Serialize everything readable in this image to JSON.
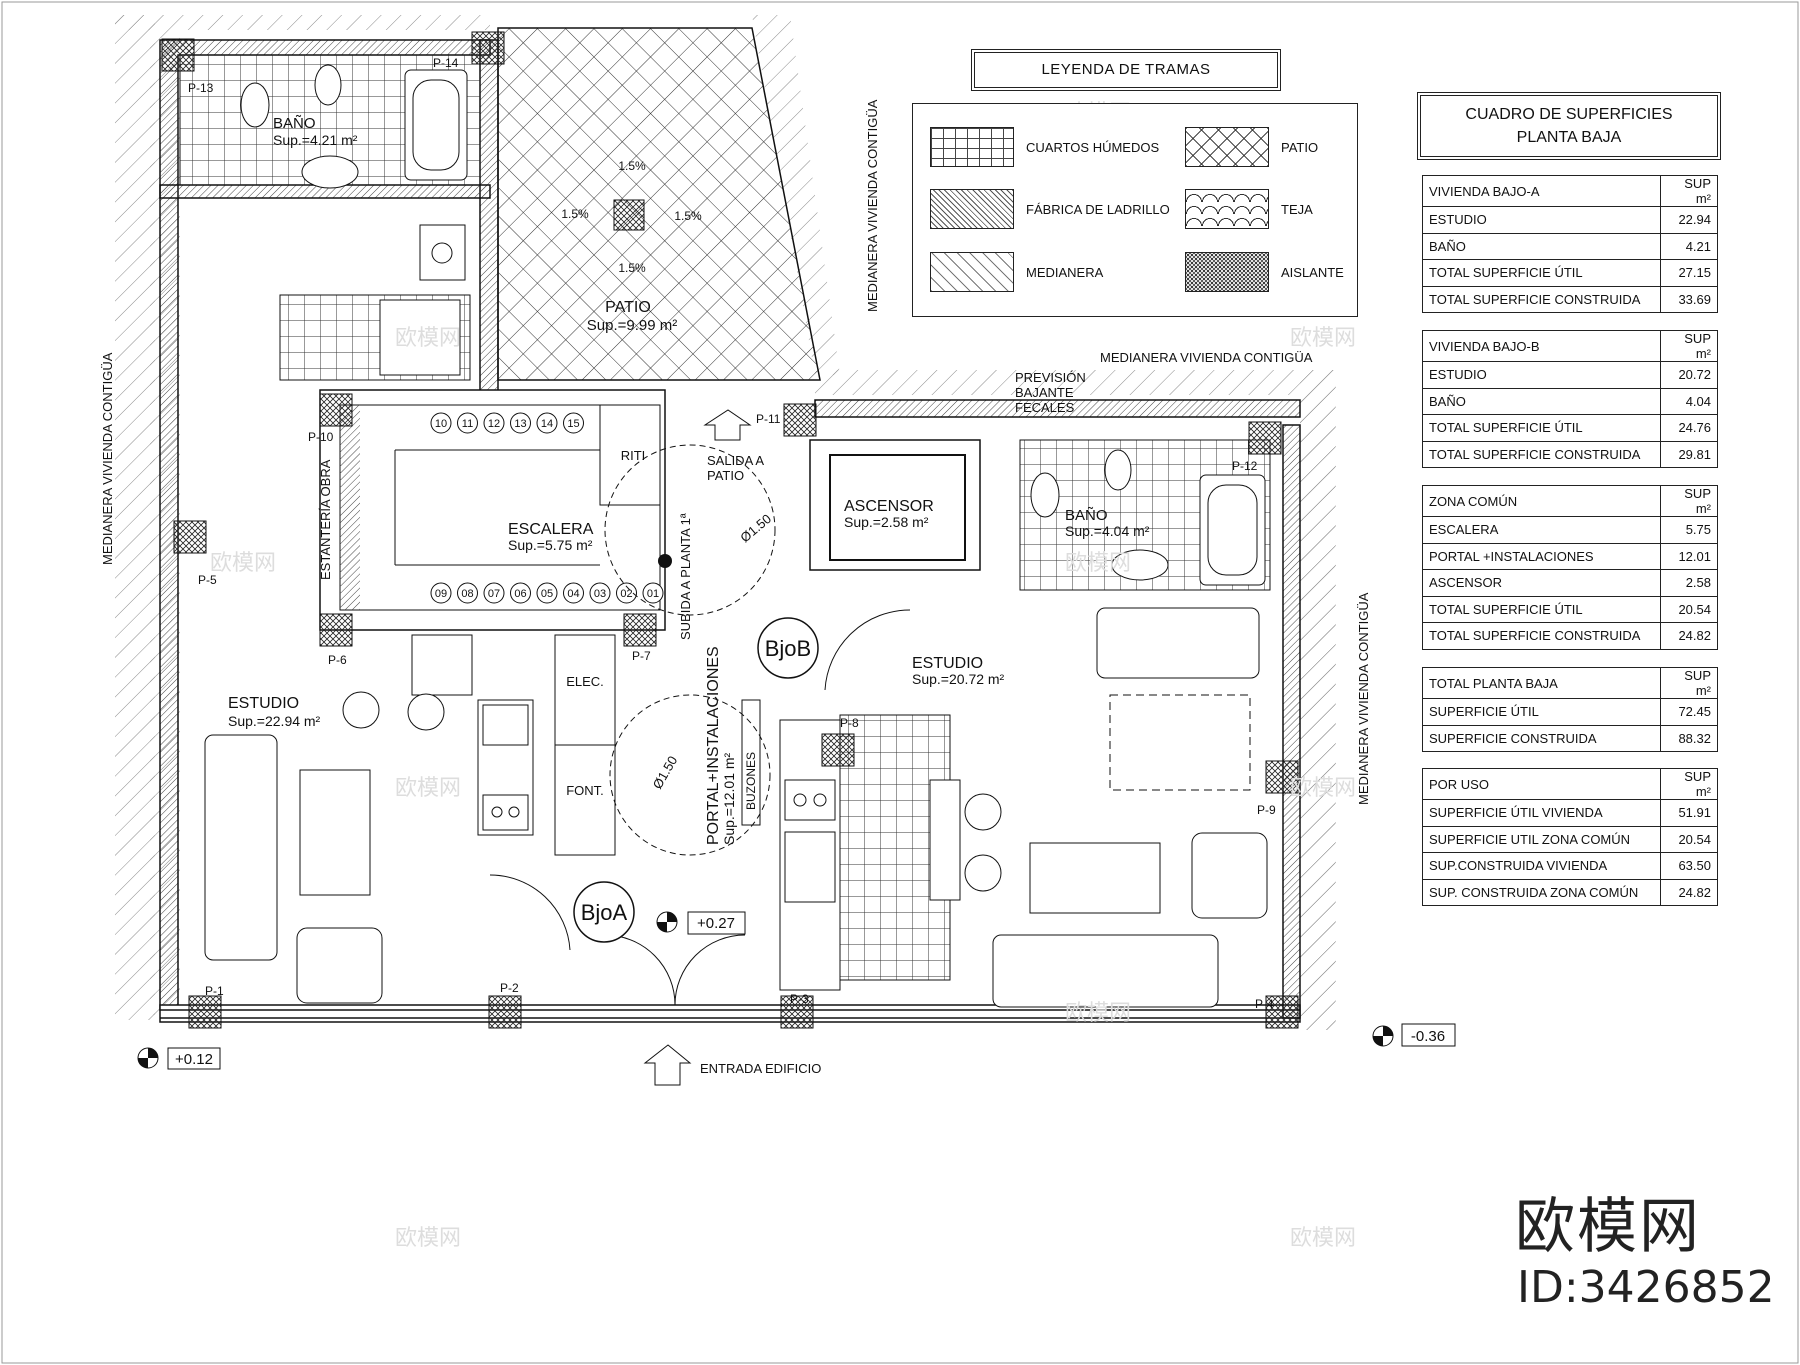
{
  "legend": {
    "title": "LEYENDA DE TRAMAS",
    "items": [
      {
        "label": "CUARTOS HÚMEDOS"
      },
      {
        "label": "PATIO"
      },
      {
        "label": "FÁBRICA DE LADRILLO"
      },
      {
        "label": "TEJA"
      },
      {
        "label": "MEDIANERA"
      },
      {
        "label": "AISLANTE"
      }
    ]
  },
  "surface_table": {
    "title_line1": "CUADRO DE SUPERFICIES",
    "title_line2": "PLANTA BAJA",
    "unit_header": "SUP m²",
    "sections": [
      {
        "name": "VIVIENDA BAJO-A",
        "rows": [
          {
            "label": "ESTUDIO",
            "value": "22.94"
          },
          {
            "label": "BAÑO",
            "value": "4.21"
          },
          {
            "label": "TOTAL SUPERFICIE ÚTIL",
            "value": "27.15"
          },
          {
            "label": "TOTAL SUPERFICIE CONSTRUIDA",
            "value": "33.69"
          }
        ]
      },
      {
        "name": "VIVIENDA BAJO-B",
        "rows": [
          {
            "label": "ESTUDIO",
            "value": "20.72"
          },
          {
            "label": "BAÑO",
            "value": "4.04"
          },
          {
            "label": "TOTAL SUPERFICIE ÚTIL",
            "value": "24.76"
          },
          {
            "label": "TOTAL SUPERFICIE CONSTRUIDA",
            "value": "29.81"
          }
        ]
      },
      {
        "name": "ZONA COMÚN",
        "rows": [
          {
            "label": "ESCALERA",
            "value": "5.75"
          },
          {
            "label": "PORTAL +INSTALACIONES",
            "value": "12.01"
          },
          {
            "label": "ASCENSOR",
            "value": "2.58"
          },
          {
            "label": "TOTAL SUPERFICIE ÚTIL",
            "value": "20.54"
          },
          {
            "label": "TOTAL SUPERFICIE CONSTRUIDA",
            "value": "24.82"
          }
        ]
      },
      {
        "name": "TOTAL PLANTA BAJA",
        "rows": [
          {
            "label": "SUPERFICIE ÚTIL",
            "value": "72.45"
          },
          {
            "label": "SUPERFICIE CONSTRUIDA",
            "value": "88.32"
          }
        ]
      },
      {
        "name": "POR USO",
        "rows": [
          {
            "label": "SUPERFICIE ÚTIL VIVIENDA",
            "value": "51.91"
          },
          {
            "label": "SUPERFICIE UTIL ZONA COMÚN",
            "value": "20.54"
          },
          {
            "label": "SUP.CONSTRUIDA VIVIENDA",
            "value": "63.50"
          },
          {
            "label": "SUP. CONSTRUIDA ZONA COMÚN",
            "value": "24.82"
          }
        ]
      }
    ]
  },
  "rooms": {
    "bano_a": {
      "name": "BAÑO",
      "area": "Sup.=4.21 m²"
    },
    "patio": {
      "name": "PATIO",
      "area": "Sup.=9.99 m²"
    },
    "escalera": {
      "name": "ESCALERA",
      "area": "Sup.=5.75 m²"
    },
    "ascensor": {
      "name": "ASCENSOR",
      "area": "Sup.=2.58 m²"
    },
    "bano_b": {
      "name": "BAÑO",
      "area": "Sup.=4.04 m²"
    },
    "estudio_a": {
      "name": "ESTUDIO",
      "area": "Sup.=22.94 m²"
    },
    "estudio_b": {
      "name": "ESTUDIO",
      "area": "Sup.=20.72 m²"
    },
    "portal": {
      "name": "PORTAL+INSTALACIONES",
      "area": "Sup.=12.01 m²"
    }
  },
  "labels": {
    "riti": "RITI",
    "elec": "ELEC.",
    "font": "FONT.",
    "buzones": "BUZONES",
    "salida_1": "SALIDA A",
    "salida_2": "PATIO",
    "subida": "SUBIDA A PLANTA 1ª",
    "estanteria": "ESTANTERÍA OBRA",
    "prevision_1": "PREVISIÓN",
    "prevision_2": "BAJANTE",
    "prevision_3": "FECALES",
    "medianera_top": "MEDIANERA VIVIENDA CONTIGÜA",
    "medianera_left": "MEDIANERA VIVIENDA CONTIGÜA",
    "medianera_right": "MEDIANERA VIVIENDA CONTIGÜA",
    "medianera_patio": "MEDIANERA VIVIENDA CONTIGÜA",
    "entrada": "ENTRADA EDIFICIO",
    "bjoa": "BjoA",
    "bjob": "BjoB",
    "diam1": "Ø1.50",
    "diam2": "Ø1.50",
    "slope_top": "1.5%",
    "slope_left": "1.5%",
    "slope_right": "1.5%",
    "slope_bottom": "1.5%"
  },
  "levels": {
    "a": "+0.12",
    "b": "+0.27",
    "c": "-0.36"
  },
  "pillars": [
    "P-1",
    "P-2",
    "P-3",
    "P-4",
    "P-5",
    "P-6",
    "P-7",
    "P-8",
    "P-9",
    "P-10",
    "P-11",
    "P-12",
    "P-13",
    "P-14"
  ],
  "stairs": {
    "upper": [
      "10",
      "11",
      "12",
      "13",
      "14",
      "15"
    ],
    "lower": [
      "09",
      "08",
      "07",
      "06",
      "05",
      "04",
      "03",
      "02",
      "01"
    ]
  },
  "watermark": {
    "brand": "欧模网",
    "id": "ID:3426852"
  }
}
